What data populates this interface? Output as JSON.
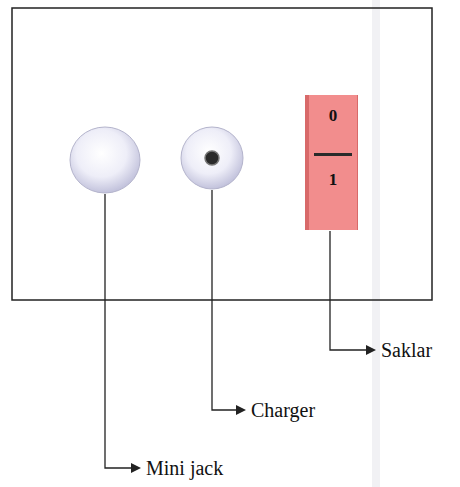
{
  "diagram": {
    "nodes": [
      {
        "text": [
          "0",
          "1"
        ]
      }
    ],
    "labels": [
      "Saklar",
      "Charger",
      "Mini jack"
    ]
  }
}
